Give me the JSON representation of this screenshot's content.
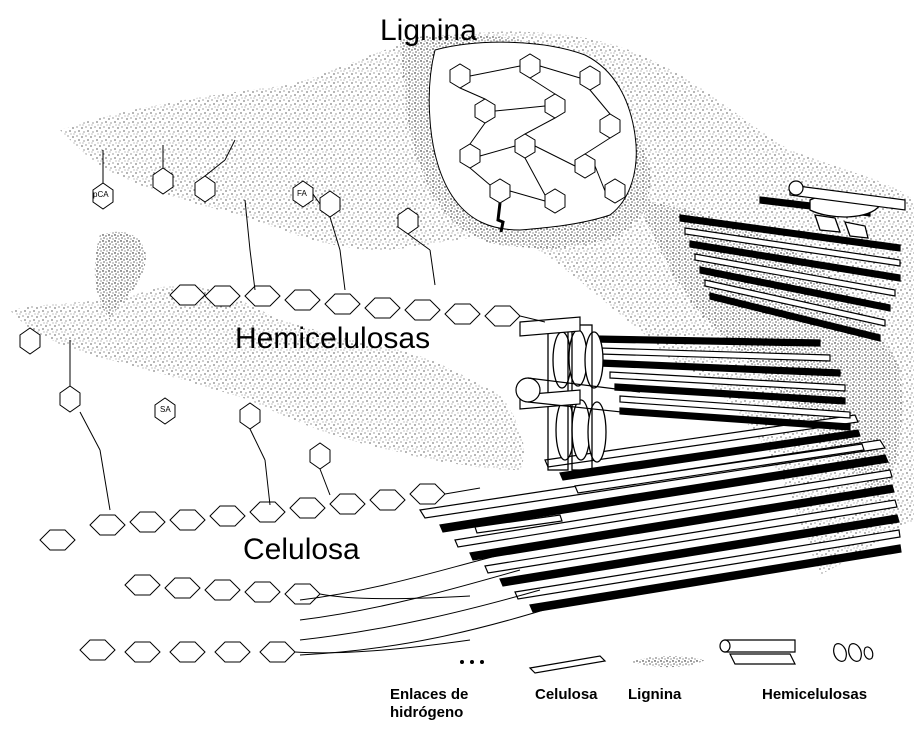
{
  "labels": {
    "lignin": "Lignina",
    "hemicellulose": "Hemicelulosas",
    "cellulose": "Celulosa"
  },
  "legend": {
    "hydrogen_bonds_line1": "Enlaces de",
    "hydrogen_bonds_line2": "hidrógeno",
    "cellulose": "Celulosa",
    "lignin": "Lignina",
    "hemicellulose": "Hemicelulosas"
  },
  "ring_labels": {
    "pca": "pCA",
    "fa": "FA",
    "sa": "SA"
  }
}
